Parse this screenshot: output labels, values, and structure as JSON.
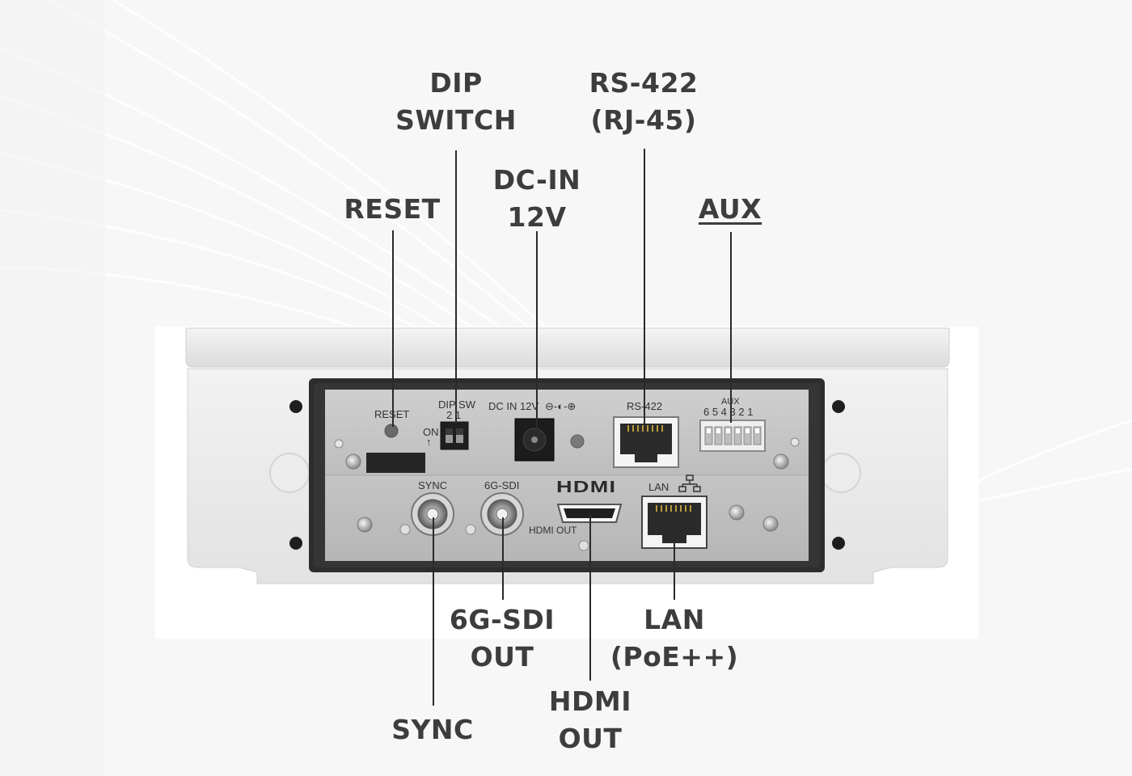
{
  "callouts": {
    "dip_switch": [
      "DIP",
      "SWITCH"
    ],
    "rs422": [
      "RS-422",
      "(RJ-45)"
    ],
    "reset": "RESET",
    "dc_in": [
      "DC-IN",
      "12V"
    ],
    "aux": "AUX",
    "sdi": [
      "6G-SDI",
      "OUT"
    ],
    "lan": [
      "LAN",
      "(PoE++)"
    ],
    "sync": "SYNC",
    "hdmi": [
      "HDMI",
      "OUT"
    ]
  },
  "panel_labels": {
    "reset": "RESET",
    "dip_sw": "DIP SW",
    "dip_numbers": "2 1",
    "on": "ON",
    "dc_in": "DC IN 12V",
    "polarity": "⊖-◐-⊕",
    "rs422": "RS-422",
    "aux": "AUX",
    "aux_numbers": "6 5 4 3 2 1",
    "sync": "SYNC",
    "sdi": "6G-SDI",
    "hdmi_logo": "HDMI",
    "hdmi_out": "HDMI OUT",
    "lan": "LAN"
  },
  "colors": {
    "text": "#3d3d3d",
    "housing": "#ededed",
    "panel": "#c6c6c6",
    "gasket": "#2d2d2d"
  }
}
